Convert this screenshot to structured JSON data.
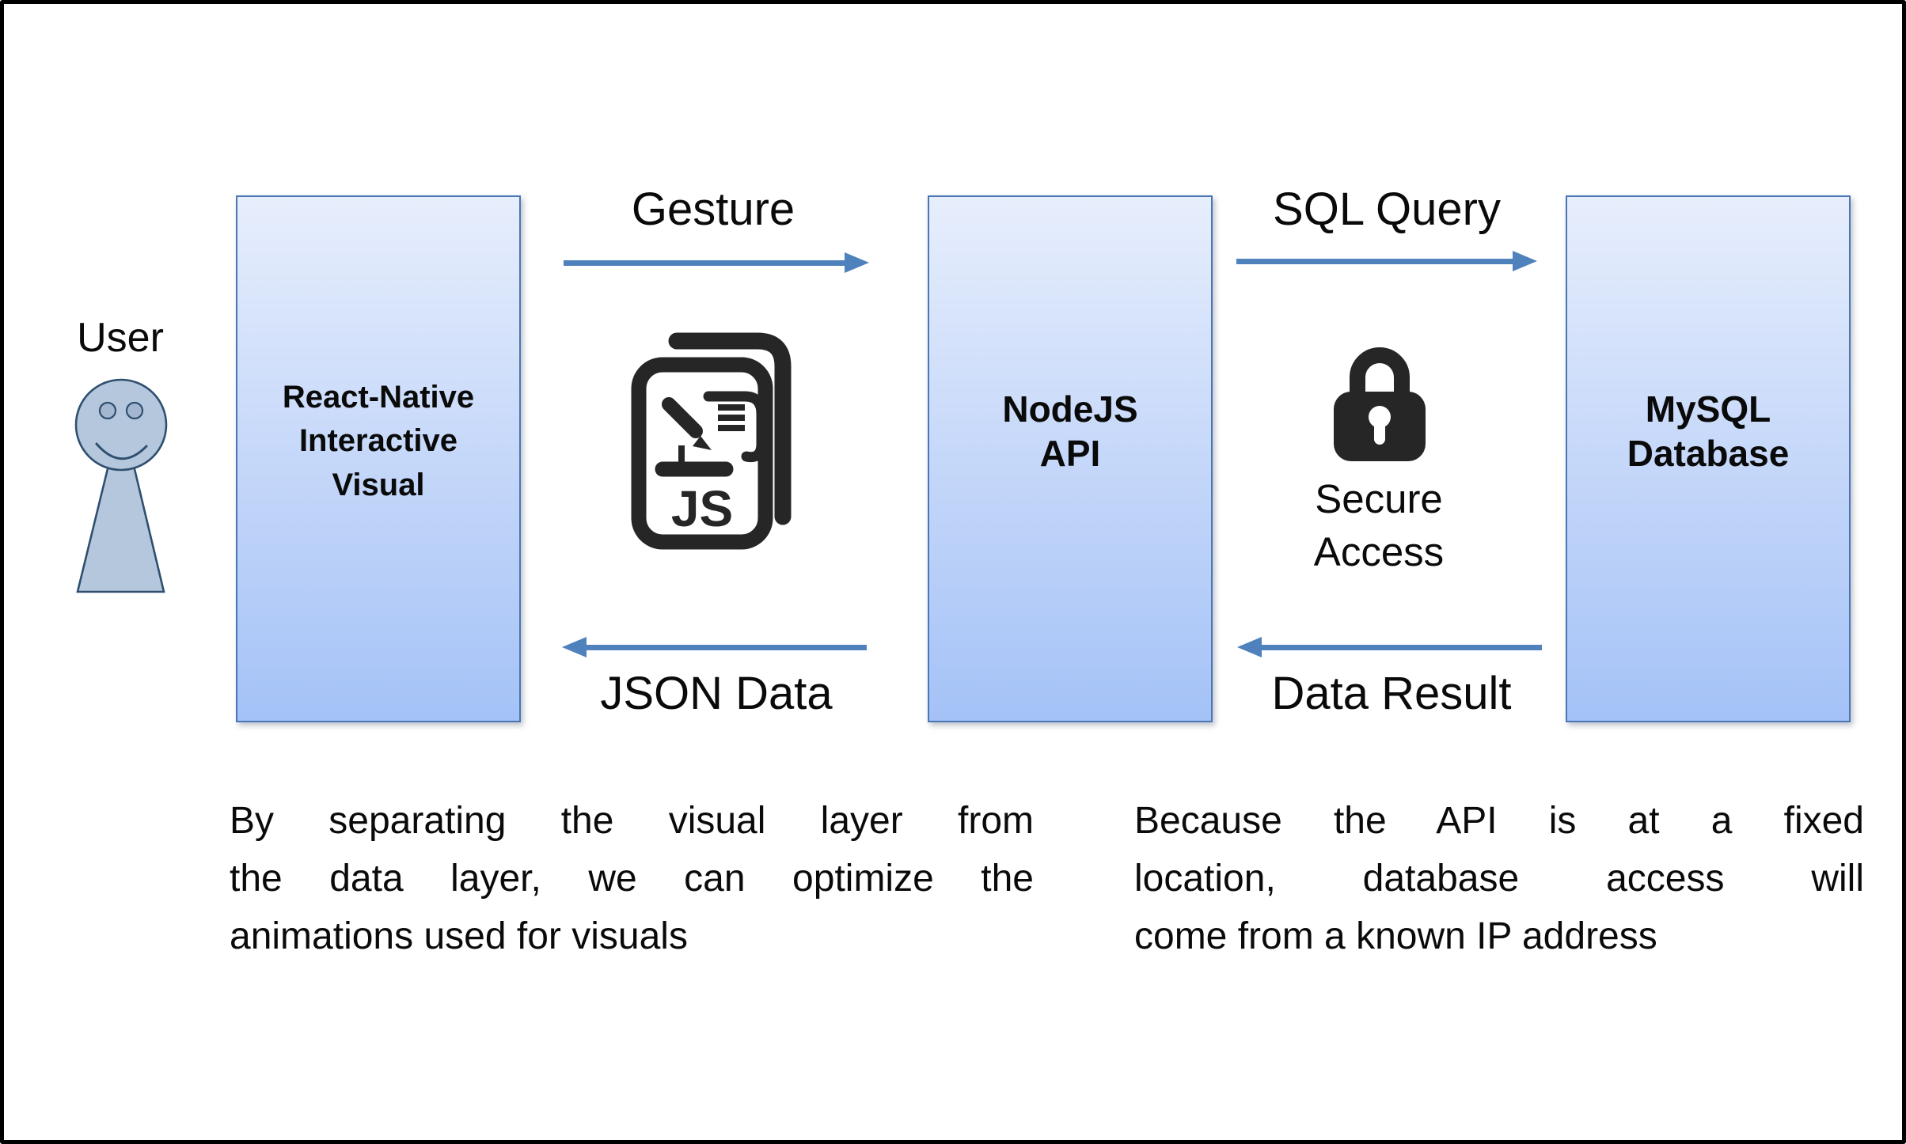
{
  "user": {
    "label": "User"
  },
  "boxes": {
    "react": {
      "lines": [
        "React-Native",
        "Interactive",
        "Visual"
      ]
    },
    "nodejs": {
      "lines": [
        "NodeJS",
        "API"
      ]
    },
    "mysql": {
      "lines": [
        "MySQL",
        "Database"
      ]
    }
  },
  "arrows": {
    "gesture": {
      "label": "Gesture",
      "direction": "right"
    },
    "sql_query": {
      "label": "SQL Query",
      "direction": "right"
    },
    "json_data": {
      "label": "JSON Data",
      "direction": "left"
    },
    "data_result": {
      "label": "Data Result",
      "direction": "left"
    }
  },
  "secure_access": {
    "line1": "Secure",
    "line2": "Access"
  },
  "js_icon": {
    "text": "JS"
  },
  "notes": {
    "left": [
      "By separating the visual layer from",
      "the data layer, we can optimize the",
      "animations used for visuals"
    ],
    "right": [
      "Because the API is at a fixed",
      "location, database access will",
      "come from a known IP address"
    ]
  },
  "colors": {
    "arrow_blue": "#4f81bd",
    "box_border": "#4a76b4",
    "box_gradient_top": "#e7eefc",
    "box_gradient_bottom": "#a4c2f7",
    "figure_fill": "#b5c7dd",
    "figure_eye_fill": "#a3b7d0",
    "figure_stroke": "#2f4f6f",
    "icon_dark": "#262626",
    "text_black": "#0a0a0a"
  }
}
